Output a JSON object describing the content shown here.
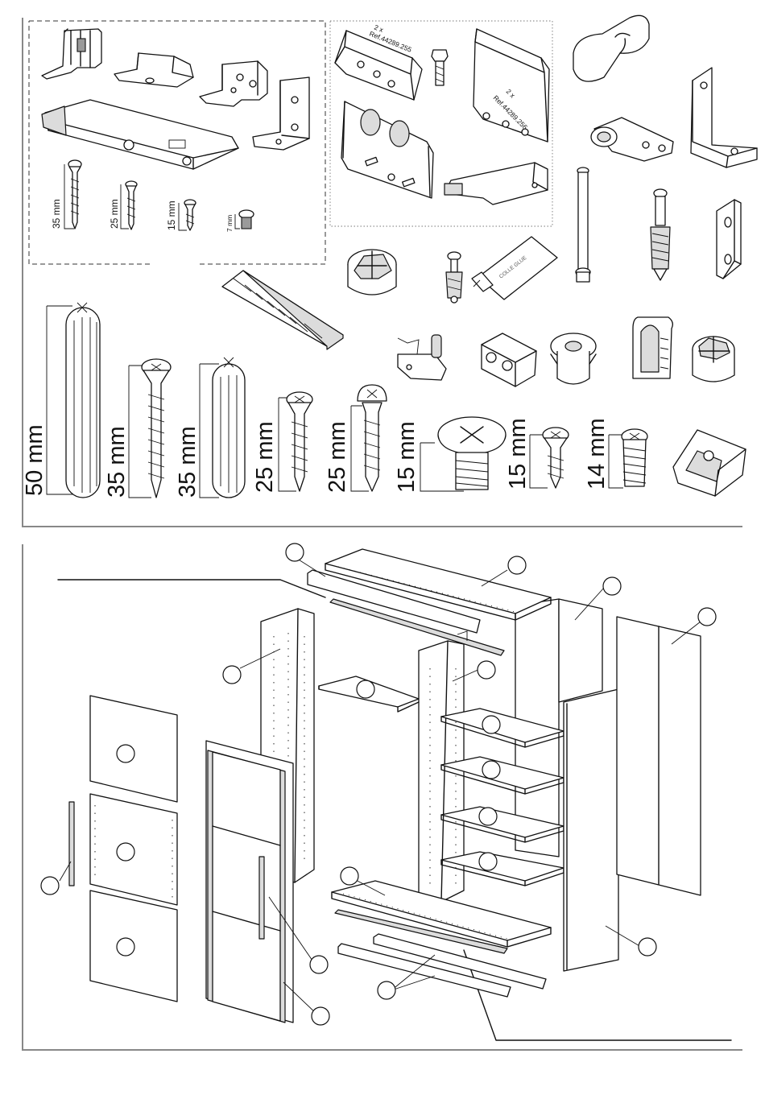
{
  "hardware_panel": {
    "kit_screws": [
      {
        "length": "35 mm"
      },
      {
        "length": "25 mm"
      },
      {
        "length": "15 mm"
      },
      {
        "length": "7 mm"
      }
    ],
    "bracket_refs": [
      {
        "qty": "2 x",
        "ref": "Ref.44289.255"
      },
      {
        "qty": "2 x",
        "ref": "Ref.44289.256"
      }
    ],
    "glue_label": "COLLE GLUE",
    "bottom_row": [
      {
        "length": "50 mm",
        "icon": "wooden-dowel-icon"
      },
      {
        "length": "35 mm",
        "icon": "countersunk-screw-icon"
      },
      {
        "length": "35 mm",
        "icon": "wooden-dowel-icon"
      },
      {
        "length": "25 mm",
        "icon": "countersunk-screw-icon"
      },
      {
        "length": "25 mm",
        "icon": "pan-head-screw-icon"
      },
      {
        "length": "15 mm",
        "icon": "wafer-head-screw-icon"
      },
      {
        "length": "15 mm",
        "icon": "countersunk-screw-icon"
      },
      {
        "length": "14 mm",
        "icon": "euro-screw-icon"
      }
    ]
  },
  "exploded_view": {
    "callouts": [
      {
        "label": ""
      },
      {
        "label": ""
      },
      {
        "label": ""
      },
      {
        "label": ""
      },
      {
        "label": ""
      },
      {
        "label": ""
      },
      {
        "label": ""
      },
      {
        "label": ""
      },
      {
        "label": ""
      },
      {
        "label": ""
      },
      {
        "label": ""
      },
      {
        "label": ""
      },
      {
        "label": ""
      },
      {
        "label": ""
      },
      {
        "label": ""
      },
      {
        "label": ""
      },
      {
        "label": ""
      },
      {
        "label": ""
      },
      {
        "label": ""
      },
      {
        "label": ""
      }
    ]
  }
}
